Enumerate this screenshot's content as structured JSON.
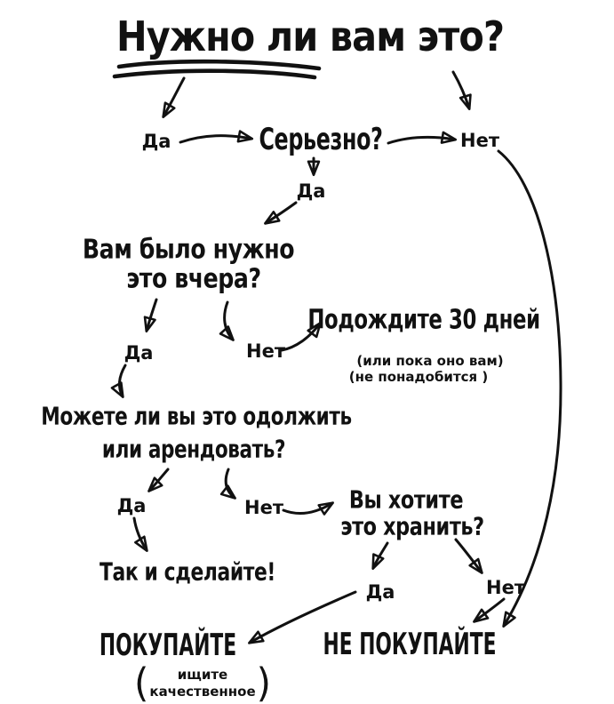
{
  "page": {
    "background": "#ffffff",
    "ink": "#111111"
  },
  "title": "Нужно ли вам это?",
  "labels": {
    "yes": "Да",
    "no": "Нет"
  },
  "questions": {
    "seriously": "Серьезно?",
    "needed_yesterday": {
      "line1": "Вам было нужно",
      "line2": "это вчера?"
    },
    "borrow": {
      "line1": "Можете ли вы это одолжить",
      "line2": "или арендовать?"
    },
    "keep": {
      "line1": "Вы хотите",
      "line2": "это хранить?"
    }
  },
  "outcomes": {
    "wait": {
      "main": "Подождите 30 дней",
      "note_line1": "(или пока оно вам)",
      "note_line2": "(не понадобится )"
    },
    "do_it": "Так и сделайте!",
    "buy": {
      "main": "ПОКУПАЙТЕ",
      "note_line1": "ищите",
      "note_line2": "качественное"
    },
    "dont_buy": "НЕ ПОКУПАЙТЕ"
  },
  "punctuation": {
    "paren_open": "(",
    "paren_close": ")"
  }
}
